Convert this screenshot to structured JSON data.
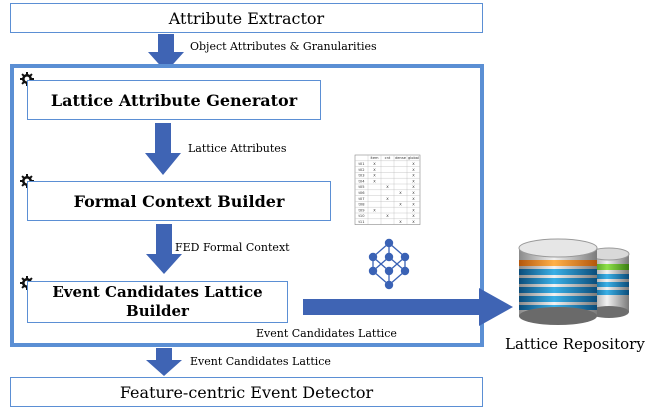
{
  "top": {
    "title": "Attribute Extractor"
  },
  "bottom": {
    "title": "Feature-centric Event Detector"
  },
  "steps": [
    {
      "title": "Lattice Attribute Generator"
    },
    {
      "title": "Formal Context Builder"
    },
    {
      "title_line1": "Event Candidates Lattice",
      "title_line2": "Builder"
    }
  ],
  "arrows": {
    "a1": "Object Attributes & Granularities",
    "a2": "Lattice Attributes",
    "a3": "FED Formal Context",
    "a4": "Event Candidates Lattice",
    "a5": "Event Candidates Lattice"
  },
  "repository": {
    "label": "Lattice Repository"
  },
  "context_table": {
    "columns": [
      "",
      "item",
      "cnt",
      "dense",
      "global"
    ],
    "rows": [
      [
        "t01",
        "X",
        "",
        "",
        "X"
      ],
      [
        "t02",
        "X",
        "",
        "",
        "X"
      ],
      [
        "t03",
        "X",
        "",
        "",
        "X"
      ],
      [
        "t04",
        "X",
        "",
        "",
        "X"
      ],
      [
        "t05",
        "",
        "X",
        "",
        "X"
      ],
      [
        "t06",
        "",
        "",
        "X",
        "X"
      ],
      [
        "t07",
        "",
        "X",
        "",
        "X"
      ],
      [
        "t08",
        "",
        "",
        "X",
        "X"
      ],
      [
        "t09",
        "X",
        "",
        "",
        "X"
      ],
      [
        "t10",
        "",
        "X",
        "",
        "X"
      ],
      [
        "t11",
        "",
        "",
        "X",
        "X"
      ]
    ]
  },
  "colors": {
    "box_border": "#5b8fd4",
    "arrow": "#3f64b4",
    "node": "#3a62b5"
  }
}
